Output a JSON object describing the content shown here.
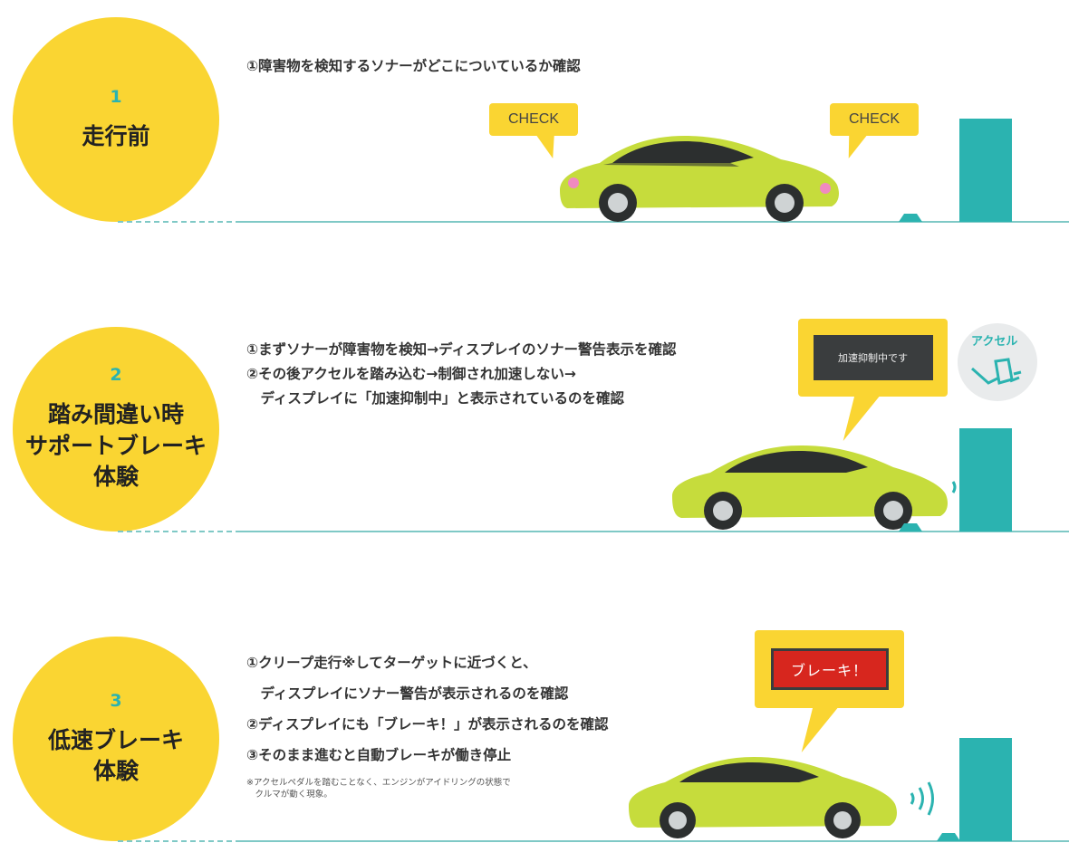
{
  "colors": {
    "yellow": "#fad532",
    "teal": "#2bb3b0",
    "teal_line": "#7fc9c6",
    "step_number": "#2bb3b0",
    "car_body": "#c6dc3c",
    "car_dark": "#2c2f2f",
    "sensor": "#f08ac0",
    "screen_dark": "#3a3d3e",
    "brake_red": "#d7261e",
    "pedal_bg": "#e9ebec"
  },
  "steps": [
    {
      "number": "1",
      "title": "走行前",
      "instructions": [
        "①障害物を検知するソナーがどこについているか確認"
      ],
      "bubbles": [
        "CHECK",
        "CHECK"
      ]
    },
    {
      "number": "2",
      "title": "踏み間違い時\nサポートブレーキ\n体験",
      "instructions": [
        "①まずソナーが障害物を検知→ディスプレイのソナー警告表示を確認",
        "②その後アクセルを踏み込む→制御され加速しない→",
        "　ディスプレイに「加速抑制中」と表示されているのを確認"
      ],
      "display_text": "加速抑制中です",
      "pedal_label": "アクセル"
    },
    {
      "number": "3",
      "title": "低速ブレーキ\n体験",
      "instructions": [
        "①クリープ走行※してターゲットに近づくと、",
        "　ディスプレイにソナー警告が表示されるのを確認",
        "②ディスプレイにも「ブレーキ！」が表示されるのを確認",
        "③そのまま進むと自動ブレーキが働き停止"
      ],
      "footnote": [
        "※アクセルペダルを踏むことなく、エンジンがアイドリングの状態で",
        "　クルマが動く現象。"
      ],
      "display_text": "ブレーキ！"
    }
  ]
}
